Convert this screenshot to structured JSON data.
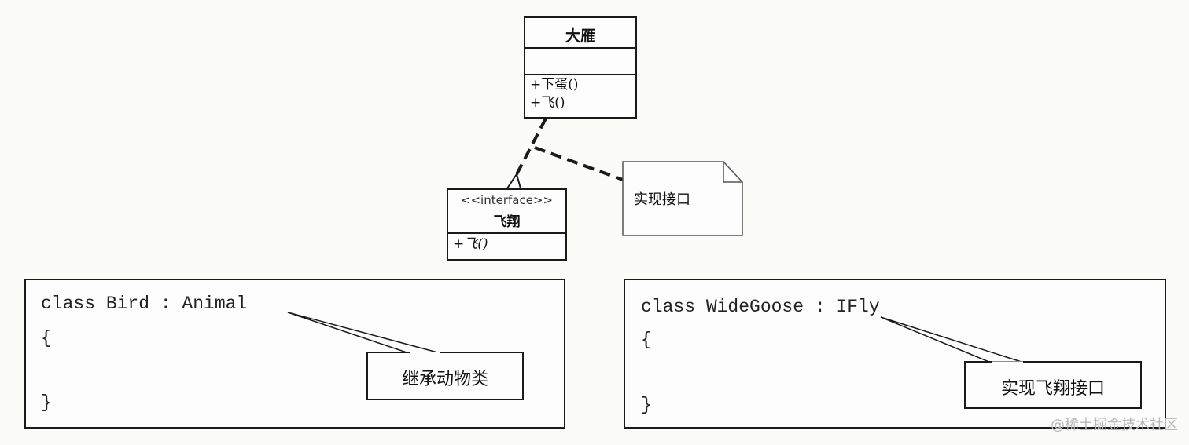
{
  "goose_class": {
    "name": "大雁",
    "members": [
      "+下蛋()",
      "+飞()"
    ]
  },
  "fly_interface": {
    "stereotype": "<<interface>>",
    "name": "飞翔",
    "members": [
      "+飞()"
    ]
  },
  "note": {
    "text": "实现接口"
  },
  "left_code": {
    "line1": "class Bird : Animal",
    "open_brace": "{",
    "close_brace": "}",
    "callout": "继承动物类"
  },
  "right_code": {
    "line1": "class WideGoose : IFly",
    "open_brace": "{",
    "close_brace": "}",
    "callout": "实现飞翔接口"
  },
  "watermark": "@稀土掘金技术社区"
}
